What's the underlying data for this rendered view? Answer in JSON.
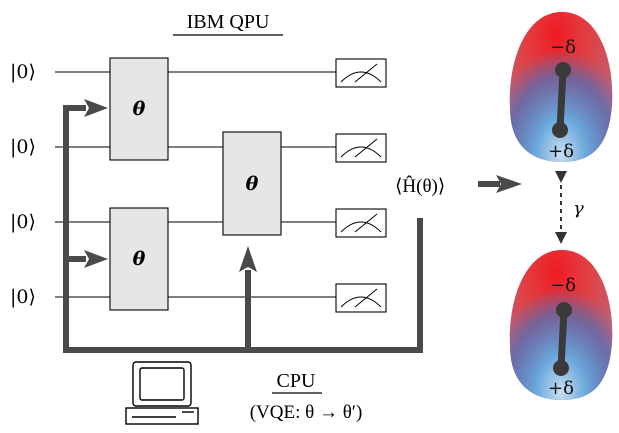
{
  "qpu_label": "IBM QPU",
  "cpu_label": "CPU",
  "cpu_subtitle": "(VQE: θ → θ′)",
  "qubit_labels": [
    "|0⟩",
    "|0⟩",
    "|0⟩",
    "|0⟩"
  ],
  "gate_label": "θ",
  "expectation_label": "⟨Ĥ(θ)⟩",
  "gamma_label": "γ",
  "molecules": [
    {
      "top_charge": "−δ",
      "bottom_charge": "+δ"
    },
    {
      "top_charge": "−δ",
      "bottom_charge": "+δ"
    }
  ],
  "colors": {
    "feedback": "#4a4a4a",
    "gate_fill": "#e6e6e6",
    "negative": "#e8121b",
    "positive": "#5aa0d8"
  }
}
